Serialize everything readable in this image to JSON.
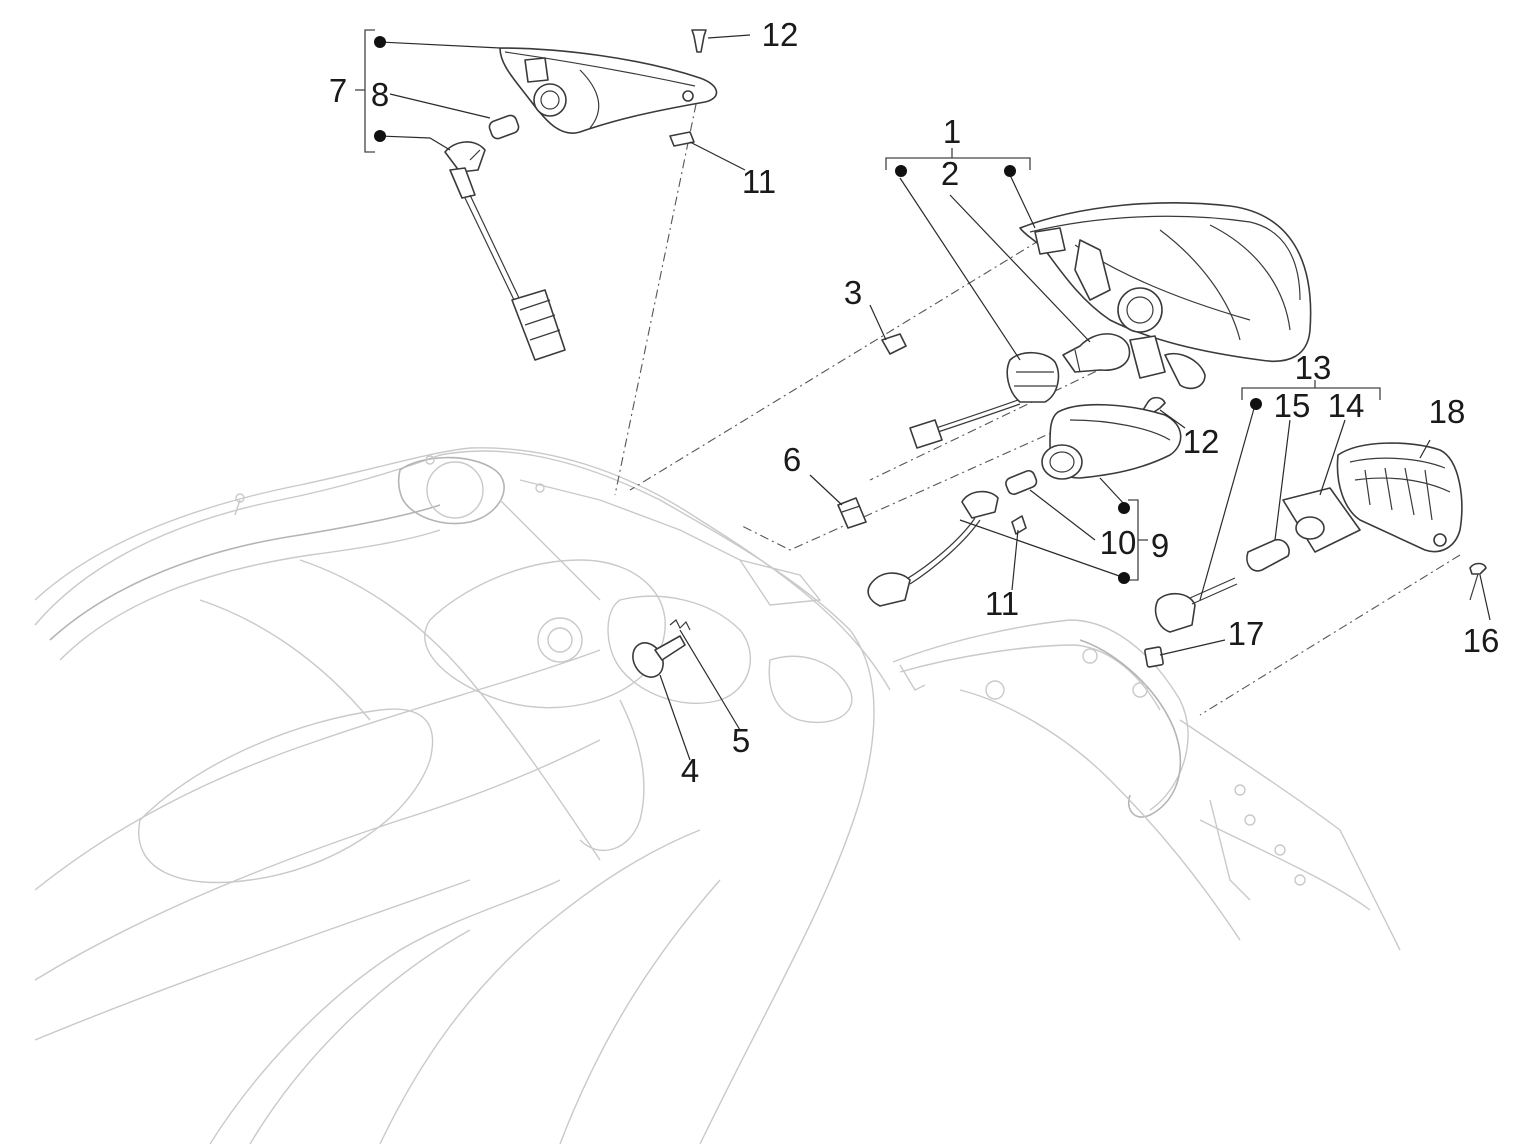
{
  "callouts": {
    "c1": "1",
    "c2": "2",
    "c3": "3",
    "c4": "4",
    "c5": "5",
    "c6": "6",
    "c7": "7",
    "c8": "8",
    "c9": "9",
    "c10": "10",
    "c11a": "11",
    "c11b": "11",
    "c12a": "12",
    "c12b": "12",
    "c13": "13",
    "c14": "14",
    "c15": "15",
    "c16": "16",
    "c17": "17",
    "c18": "18"
  }
}
